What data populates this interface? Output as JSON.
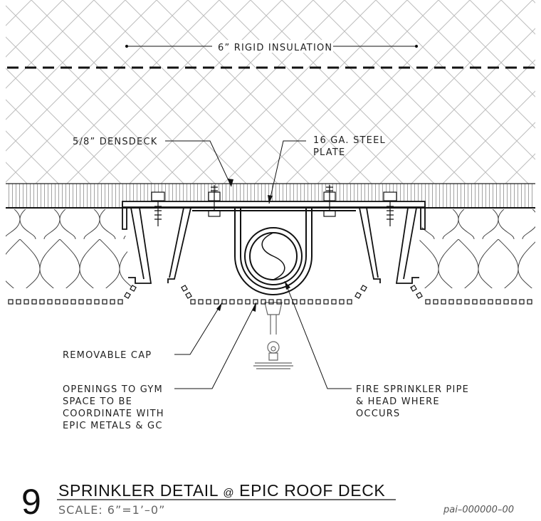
{
  "labels": {
    "rigid_insulation": "6” RIGID INSULATION",
    "densdeck": "5/8” DENSDECK",
    "steel_plate_line1": "16 GA. STEEL",
    "steel_plate_line2": "PLATE",
    "removable_cap": "REMOVABLE CAP",
    "openings_line1": "OPENINGS TO GYM",
    "openings_line2": "SPACE TO BE",
    "openings_line3": "COORDINATE WITH",
    "openings_line4": "EPIC METALS & GC",
    "sprinkler_line1": "FIRE SPRINKLER PIPE",
    "sprinkler_line2": "& HEAD WHERE",
    "sprinkler_line3": "OCCURS"
  },
  "title_block": {
    "detail_number": "9",
    "title_main": "SPRINKLER DETAIL ",
    "title_at": "@",
    "title_rest": " EPIC ROOF DECK",
    "scale": "SCALE: 6”=1’–0”",
    "reference": "pai–000000–00"
  }
}
